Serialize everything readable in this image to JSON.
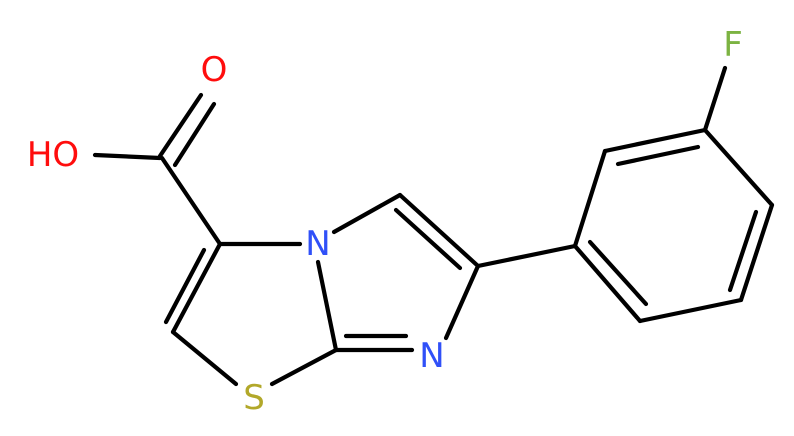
{
  "molecule": {
    "atoms": {
      "oxygen_double": {
        "label": "O",
        "color": "#ff0d0d"
      },
      "hydroxyl": {
        "label": "HO",
        "color": "#ff0d0d"
      },
      "ring_nitrogen_bridge": {
        "label": "N",
        "color": "#3050f8"
      },
      "ring_nitrogen_imine": {
        "label": "N",
        "color": "#3050f8"
      },
      "sulfur": {
        "label": "S",
        "color": "#b2a82a"
      },
      "fluorine": {
        "label": "F",
        "color": "#7cb342"
      }
    },
    "bond_color": "#000000"
  }
}
